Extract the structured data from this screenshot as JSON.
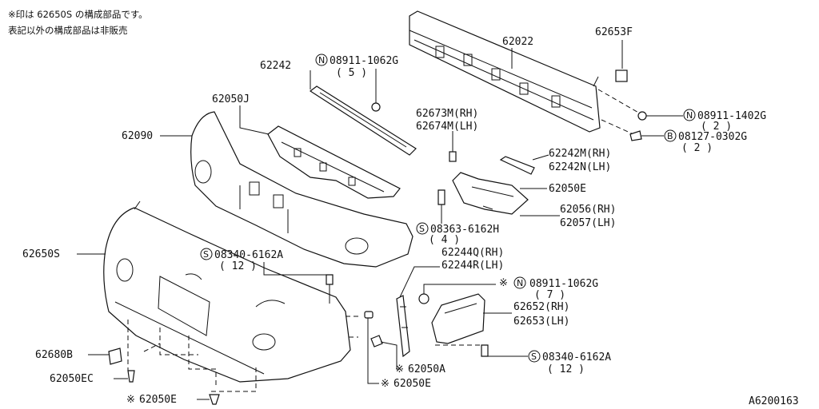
{
  "notes": {
    "line1": "※印は 62650S の構成部品です。",
    "line2": "表記以外の構成部品は非販売"
  },
  "figure_code": "A6200163",
  "parts": {
    "p62022": "62022",
    "p62653F": "62653F",
    "p62242": "62242",
    "n08911_1062G": "08911-1062G",
    "n08911_1062G_qty": "( 5 )",
    "p62050J": "62050J",
    "p62090": "62090",
    "p62673M": "62673M(RH)",
    "p62674M": "62674M(LH)",
    "n08911_1402G": "08911-1402G",
    "n08911_1402G_qty": "( 2 )",
    "b08127_0302G": "08127-0302G",
    "b08127_0302G_qty": "( 2 )",
    "p62242M": "62242M(RH)",
    "p62242N": "62242N(LH)",
    "p62050E_r": "62050E",
    "p62056": "62056(RH)",
    "p62057": "62057(LH)",
    "s08363_6162H": "08363-6162H",
    "s08363_6162H_qty": "( 4 )",
    "p62650S": "62650S",
    "s08340_6162A_1": "08340-6162A",
    "s08340_6162A_1_qty": "( 12 )",
    "p62244Q": "62244Q(RH)",
    "p62244R": "62244R(LH)",
    "n08911_1062G_b": "08911-1062G",
    "n08911_1062G_b_qty": "( 7 )",
    "p62652": "62652(RH)",
    "p62653": "62653(LH)",
    "p62680B": "62680B",
    "p62050EC": "62050EC",
    "p62050A": "62050A",
    "p62050E_a": "62050E",
    "p62050E_b": "62050E",
    "s08340_6162A_2": "08340-6162A",
    "s08340_6162A_2_qty": "( 12 )"
  },
  "symbols": {
    "N": "N",
    "B": "B",
    "S": "S",
    "star": "※"
  }
}
